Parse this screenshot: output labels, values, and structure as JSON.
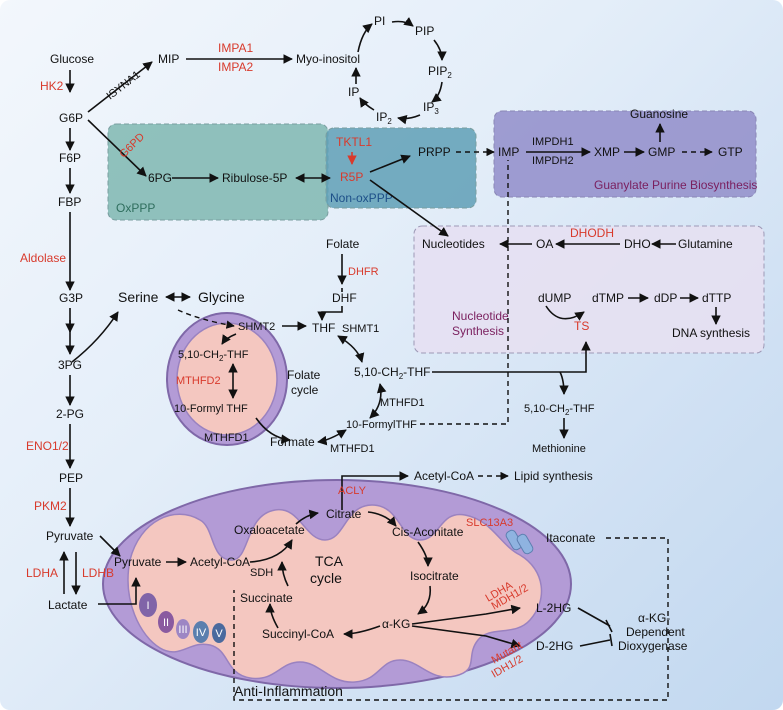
{
  "glycolysis": {
    "glucose": "Glucose",
    "hk2": "HK2",
    "g6p": "G6P",
    "f6p": "F6P",
    "fbp": "FBP",
    "aldolase": "Aldolase",
    "g3p": "G3P",
    "pg3": "3PG",
    "pg2": "2-PG",
    "eno": "ENO1/2",
    "pep": "PEP",
    "pkm2": "PKM2",
    "pyruvate": "Pyruvate",
    "ldha": "LDHA",
    "ldhb": "LDHB",
    "lactate": "Lactate"
  },
  "inositol": {
    "isyna1": "ISYNA1",
    "mip": "MIP",
    "impa1": "IMPA1",
    "impa2": "IMPA2",
    "myo": "Myo-inositol",
    "pi": "PI",
    "pip": "PIP",
    "pip2": "PIP",
    "pip2_sub": "2",
    "ip3": "IP",
    "ip3_sub": "3",
    "ip2": "IP",
    "ip2_sub": "2",
    "ip": "IP"
  },
  "ppp": {
    "g6pd": "G6PD",
    "pg6": "6PG",
    "ribulose": "Ribulose-5P",
    "oxppp": "OxPPP",
    "tktl1": "TKTL1",
    "r5p": "R5P",
    "nonox": "Non-oxPPP",
    "prpp": "PRPP"
  },
  "purine": {
    "imp": "IMP",
    "impdh1": "IMPDH1",
    "impdh2": "IMPDH2",
    "xmp": "XMP",
    "gmp": "GMP",
    "gtp": "GTP",
    "guanosine": "Guanosine",
    "title": "Guanylate Purine Biosynthesis"
  },
  "nucleotide": {
    "nucleotides": "Nucleotides",
    "oa": "OA",
    "dhodh": "DHODH",
    "dho": "DHO",
    "glutamine": "Glutamine",
    "dump": "dUMP",
    "dtmp": "dTMP",
    "ddp": "dDP",
    "dttp": "dTTP",
    "ts": "TS",
    "dna": "DNA synthesis",
    "title1": "Nucleotide",
    "title2": "Synthesis"
  },
  "folate": {
    "folate": "Folate",
    "dhfr": "DHFR",
    "dhf": "DHF",
    "thf": "THF",
    "serine": "Serine",
    "glycine": "Glycine",
    "shmt2": "SHMT2",
    "shmt1": "SHMT1",
    "ch2thf_mito": "5,10-CH",
    "ch2thf_mito_sub": "2",
    "ch2thf_mito_end": "-THF",
    "mthfd2": "MTHFD2",
    "formyl_mito": "10-Formyl THF",
    "mthfd1_mito": "MTHFD1",
    "cycle1": "Folate",
    "cycle2": "cycle",
    "ch2thf": "5,10-CH",
    "ch2thf_sub": "2",
    "ch2thf_end": "-THF",
    "mthfd1_a": "MTHFD1",
    "formylthf": "10-FormylTHF",
    "formate": "Formate",
    "mthfd1_b": "MTHFD1",
    "ch2thf2": "5,10-CH",
    "ch2thf2_sub": "2",
    "ch2thf2_end": "-THF",
    "methionine": "Methionine"
  },
  "tca": {
    "acly": "ACLY",
    "acetyl_top": "Acetyl-CoA",
    "lipid": "Lipid synthesis",
    "citrate": "Citrate",
    "oxaloacetate": "Oxaloacetate",
    "cis": "Cis-Aconitate",
    "slc": "SLC13A3",
    "itaconate": "Itaconate",
    "pyruvate_m": "Pyruvate",
    "acetyl_m": "Acetyl-CoA",
    "tca1": "TCA",
    "tca2": "cycle",
    "sdh": "SDH",
    "isocitrate": "Isocitrate",
    "succinate": "Succinate",
    "succinyl": "Succinyl-CoA",
    "akg": "α-KG",
    "ldha_mdh": "LDHA",
    "mdh": "MDH1/2",
    "l2hg": "L-2HG",
    "mutant": "Mutant",
    "idh": "IDH1/2",
    "d2hg": "D-2HG",
    "diox1": "α-KG-",
    "diox2": "Dependent",
    "diox3": "Dioxygenase",
    "anti": "Anti-Inflammation",
    "complexes": [
      "I",
      "II",
      "III",
      "IV",
      "V"
    ]
  },
  "colors": {
    "enzyme": "#d83a2c",
    "oxppp_box": "#7fb7b0",
    "nonox_box": "#6aa6b8",
    "purine_box": "#9d9ad0",
    "nucleotide_box": "#e3dcef",
    "mito": "#b39bd6"
  }
}
